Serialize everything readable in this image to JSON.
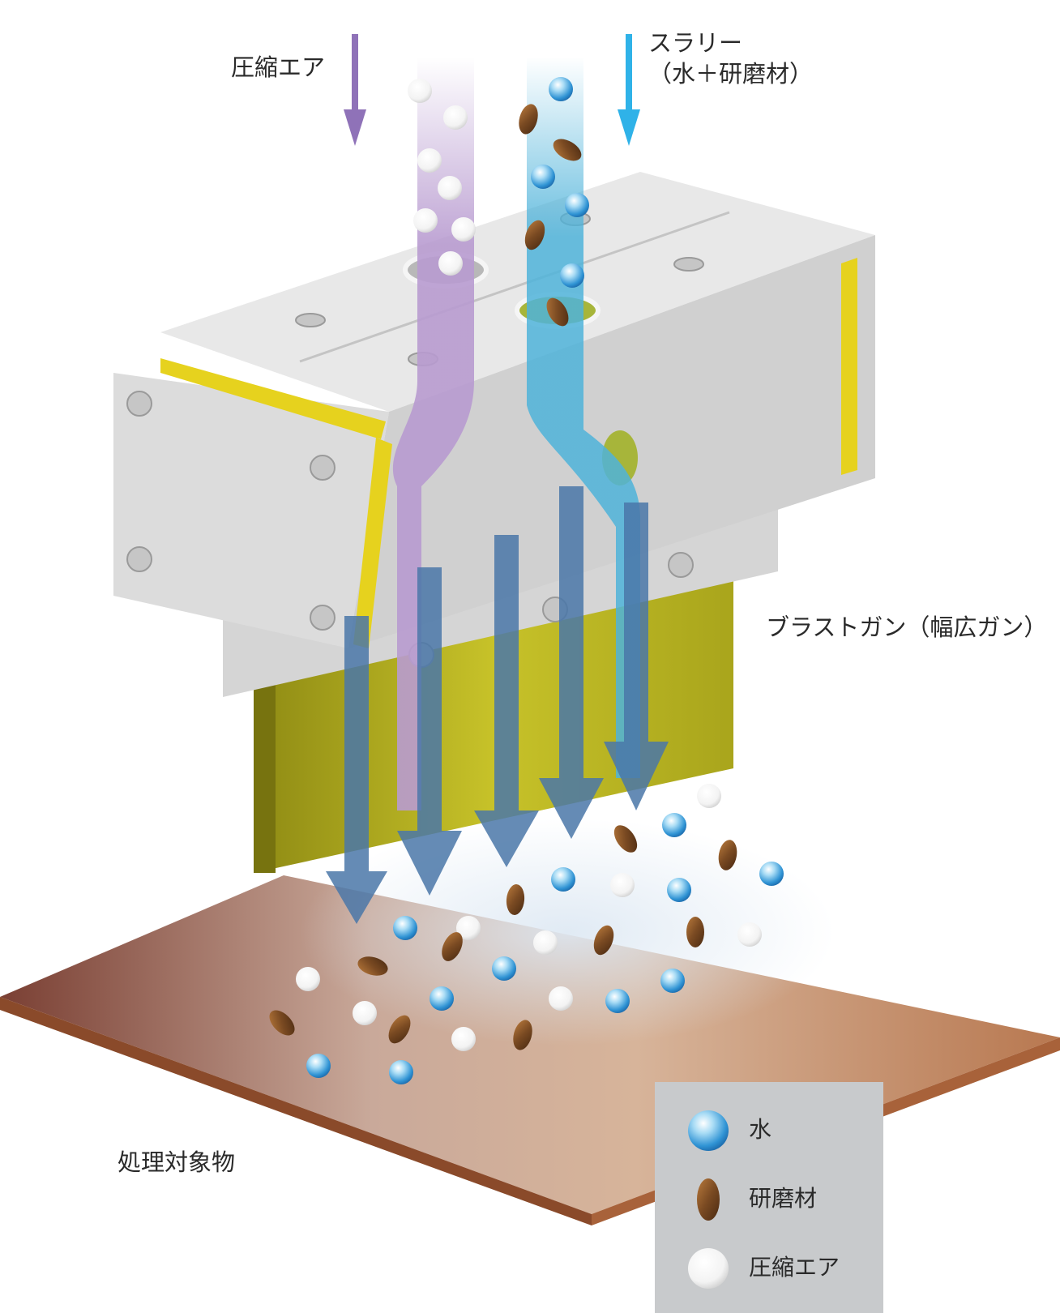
{
  "labels": {
    "compressed_air_inlet": "圧縮エア",
    "slurry_line1": "スラリー",
    "slurry_line2": "（水＋研磨材）",
    "blast_gun": "ブラストガン（幅広ガン）",
    "target": "処理対象物"
  },
  "legend": {
    "items": [
      {
        "symbol": "water-droplet-icon",
        "label": "水"
      },
      {
        "symbol": "abrasive-grain-icon",
        "label": "研磨材"
      },
      {
        "symbol": "air-bubble-icon",
        "label": "圧縮エア"
      }
    ]
  },
  "colors": {
    "air_stream": "#b89bd0",
    "air_arrow": "#8f72b8",
    "slurry_stream": "#4fb3da",
    "slurry_arrow": "#2fb2e8",
    "jet_arrow": "#4a77a8",
    "gun_body": "#e2e2e2",
    "yellow_trim": "#e6d21e",
    "nozzle": "#b8b31e",
    "target_plate": "#c98a63",
    "legend_bg": "#c8cacc"
  }
}
